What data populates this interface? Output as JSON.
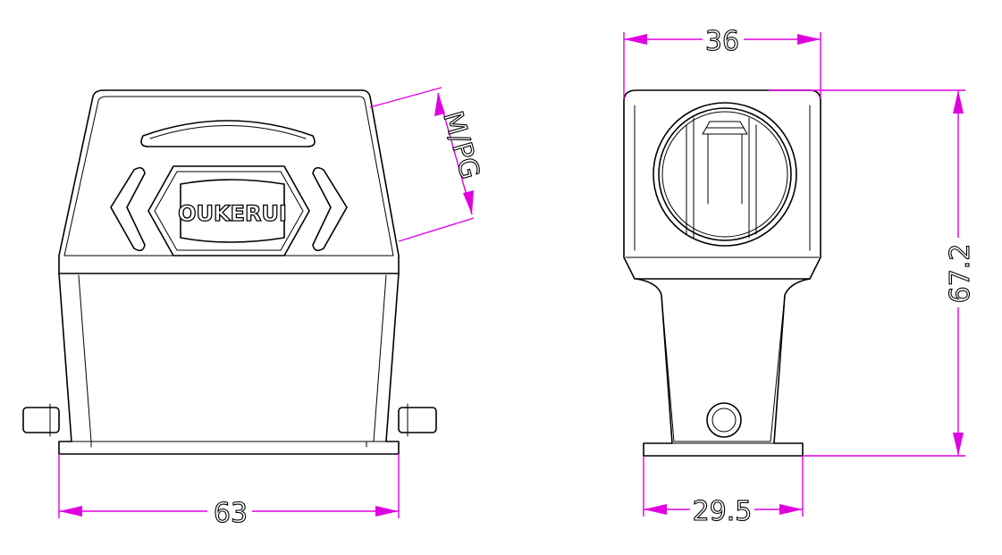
{
  "brand_text": "OUKERUI",
  "dimensions": {
    "front_width": "63",
    "thread_label": "M/PG",
    "side_top_width": "36",
    "side_bottom_width": "29.5",
    "side_height": "67.2"
  },
  "colors": {
    "outline": "#000000",
    "dimension": "#e000e0",
    "background": "#ffffff"
  }
}
